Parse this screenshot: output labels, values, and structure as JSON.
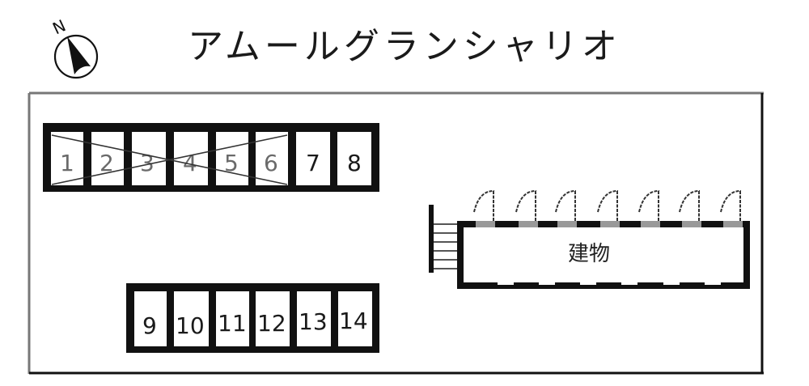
{
  "title": "アムールグランシャリオ",
  "compass": {
    "icon": "north-arrow-icon",
    "label": "N"
  },
  "building": {
    "label": "建物",
    "door_count": 7
  },
  "parking": {
    "row_top": [
      {
        "number": "1",
        "available": false
      },
      {
        "number": "2",
        "available": false
      },
      {
        "number": "3",
        "available": false
      },
      {
        "number": "4",
        "available": false
      },
      {
        "number": "5",
        "available": false
      },
      {
        "number": "6",
        "available": false
      },
      {
        "number": "7",
        "available": true
      },
      {
        "number": "8",
        "available": true
      }
    ],
    "row_bottom": [
      {
        "number": "9",
        "available": true
      },
      {
        "number": "10",
        "available": true
      },
      {
        "number": "11",
        "available": true
      },
      {
        "number": "12",
        "available": true
      },
      {
        "number": "13",
        "available": true
      },
      {
        "number": "14",
        "available": true
      }
    ]
  },
  "colors": {
    "line": "#111111",
    "cross": "#333333",
    "door_gray": "#999999",
    "background": "#ffffff"
  }
}
